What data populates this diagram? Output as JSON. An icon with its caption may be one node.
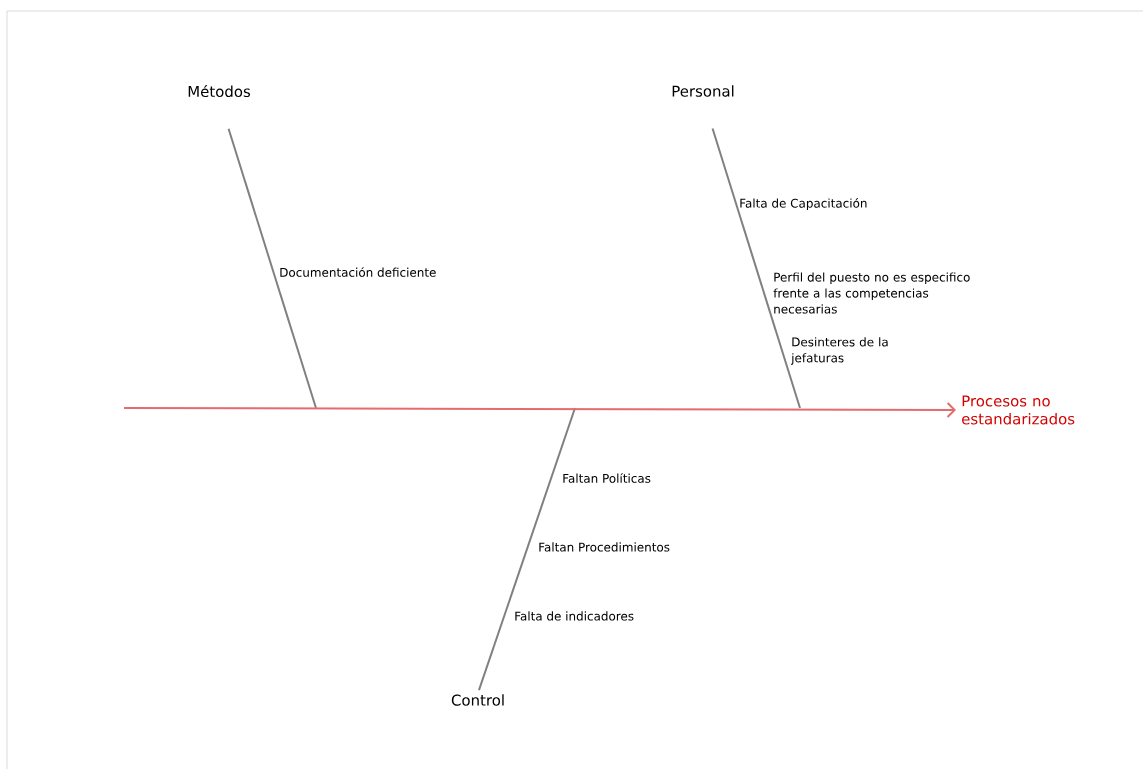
{
  "diagram": {
    "nodes": [
      {
        "text": [
          "Métodos"
        ]
      },
      {
        "text": [
          "Personal"
        ]
      },
      {
        "text": [
          "Control"
        ]
      },
      {
        "text": [
          "Procesos no estandarizados"
        ]
      }
    ],
    "edges": [
      {
        "from": 0,
        "to": null,
        "arrow": "none"
      },
      {
        "from": 1,
        "to": null,
        "arrow": "none"
      },
      {
        "from": 2,
        "to": null,
        "arrow": "none"
      },
      {
        "from": null,
        "to": 3,
        "arrow": "to",
        "color": "#e46c6c"
      }
    ],
    "labels": [
      "Documentación deficiente",
      "Falta de Capacitación",
      "Perfil del puesto no es especifico frente a las competencias necesarias",
      "Desinteres de la jefaturas",
      "Faltan Políticas",
      "Faltan Procedimientos",
      "Falta de indicadores"
    ]
  }
}
